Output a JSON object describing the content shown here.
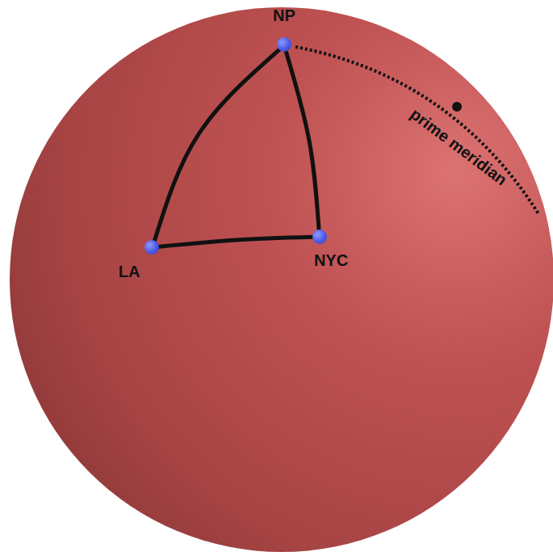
{
  "diagram": {
    "nodes": [
      {
        "text": [
          "NP"
        ]
      },
      {
        "text": [
          "LA"
        ]
      },
      {
        "text": [
          "NYC"
        ]
      }
    ],
    "edges": [
      {
        "from": 0,
        "to": 1,
        "arrow": "none"
      },
      {
        "from": 0,
        "to": 2,
        "arrow": "none"
      },
      {
        "from": 1,
        "to": 2,
        "arrow": "none"
      }
    ],
    "labels": [
      "prime meridian"
    ]
  }
}
